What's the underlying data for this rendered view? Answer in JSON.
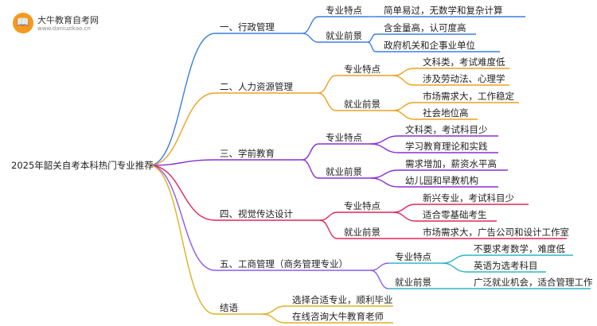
{
  "brand": {
    "name": "大牛教育自考网",
    "url": "www.daniuzikao.cn",
    "logo_icon": "book-icon"
  },
  "colors": {
    "blue": "#3a7fe0",
    "orange": "#f0a020",
    "purple": "#8b2fd2",
    "red": "#e0265c",
    "violet": "#8a5cf0",
    "teal": "#2fb5c5",
    "gold": "#e0b020"
  },
  "root": "2025年韶关自考本科热门专业推荐",
  "branches": [
    {
      "name": "一、行政管理",
      "color": "blue",
      "groups": [
        {
          "name": "专业特点",
          "items": [
            "简单易过，无数学和复杂计算"
          ]
        },
        {
          "name": "就业前景",
          "items": [
            "含金量高，认可度高",
            "政府机关和企事业单位"
          ]
        }
      ]
    },
    {
      "name": "二、人力资源管理",
      "color": "orange",
      "groups": [
        {
          "name": "专业特点",
          "items": [
            "文科类，考试难度低",
            "涉及劳动法、心理学"
          ]
        },
        {
          "name": "就业前景",
          "items": [
            "市场需求大，工作稳定",
            "社会地位高"
          ]
        }
      ]
    },
    {
      "name": "三、学前教育",
      "color": "purple",
      "groups": [
        {
          "name": "专业特点",
          "items": [
            "文科类，考试科目少",
            "学习教育理论和实践"
          ]
        },
        {
          "name": "就业前景",
          "items": [
            "需求增加，薪资水平高",
            "幼儿园和早教机构"
          ]
        }
      ]
    },
    {
      "name": "四、视觉传达设计",
      "color": "red",
      "groups": [
        {
          "name": "专业特点",
          "items": [
            "新兴专业，考试科目少",
            "适合零基础考生"
          ]
        },
        {
          "name": "就业前景",
          "items": [
            "市场需求大，广告公司和设计工作室"
          ]
        }
      ]
    },
    {
      "name": "五、工商管理（商务管理专业）",
      "color": "violet",
      "groups": [
        {
          "name": "专业特点",
          "items": [
            "不要求考数学，难度低",
            "英语为选考科目"
          ]
        },
        {
          "name": "就业前景",
          "items": [
            "广泛就业机会，适合管理工作"
          ]
        }
      ]
    },
    {
      "name": "结语",
      "color": "gold",
      "groups": [],
      "items": [
        "选择合适专业，顺利毕业",
        "在线咨询大牛教育老师"
      ]
    }
  ]
}
